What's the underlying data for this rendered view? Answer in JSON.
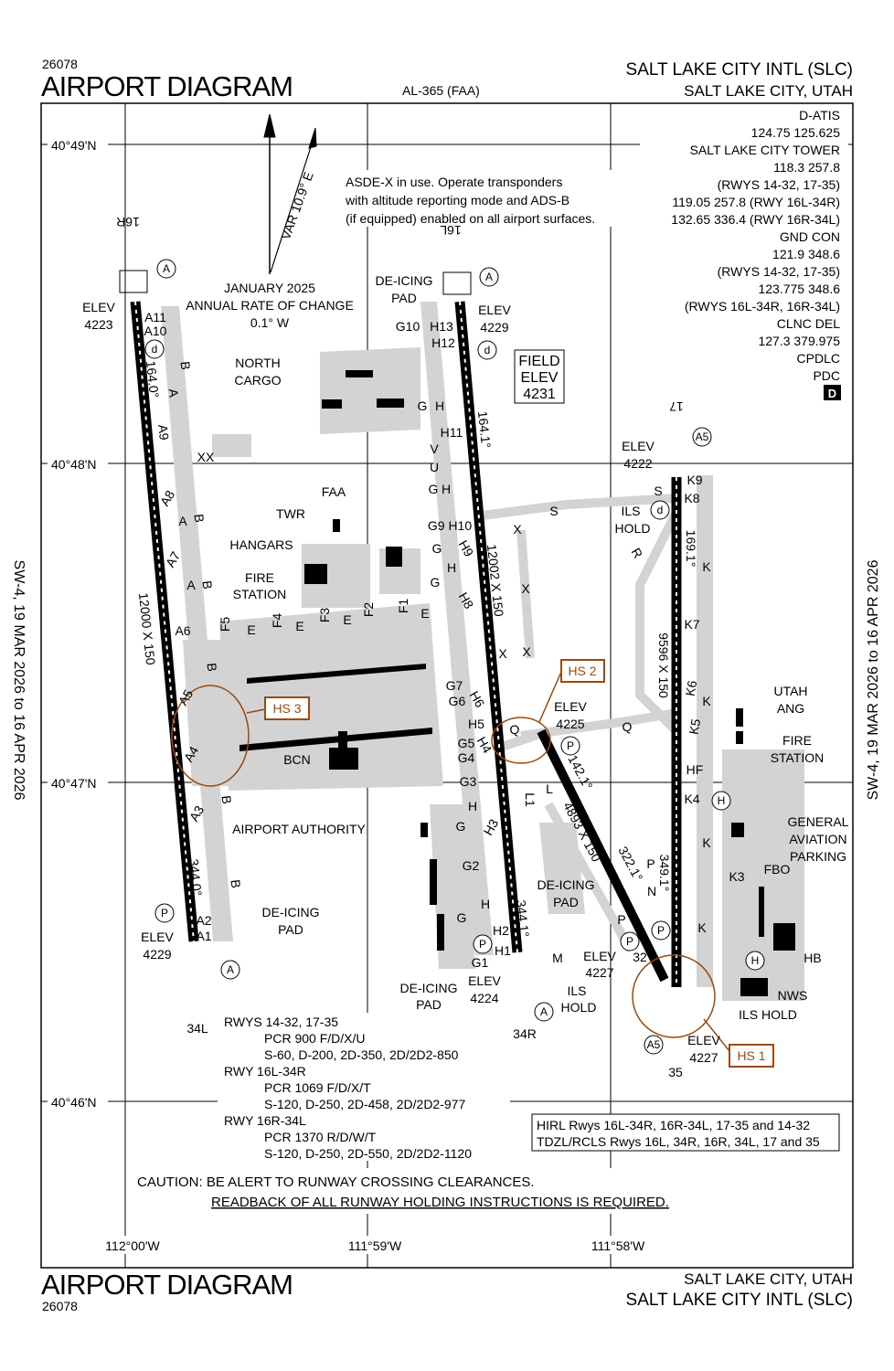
{
  "header": {
    "chart_id": "26078",
    "title": "AIRPORT DIAGRAM",
    "procedure_id": "AL-365 (FAA)",
    "airport": "SALT LAKE CITY INTL (SLC)",
    "city": "SALT LAKE CITY, UTAH"
  },
  "footer": {
    "chart_id": "26078",
    "title": "AIRPORT DIAGRAM",
    "airport": "SALT LAKE CITY INTL (SLC)",
    "city": "SALT LAKE CITY, UTAH"
  },
  "side_text": "SW-4,  19 MAR 2026  to  16 APR 2026",
  "asdex_note": [
    "ASDE-X in use. Operate transponders",
    "with altitude reporting mode and ADS-B",
    "(if equipped) enabled on all airport surfaces."
  ],
  "frequencies": [
    "D-ATIS",
    "124.75  125.625",
    "SALT LAKE CITY TOWER",
    "118.3  257.8",
    "(RWYS 14-32, 17-35)",
    "119.05  257.8 (RWY 16L-34R)",
    "132.65  336.4 (RWY 16R-34L)",
    "GND CON",
    "121.9  348.6",
    "(RWYS 14-32, 17-35)",
    "123.775  348.6",
    "(RWYS 16L-34R, 16R-34L)",
    "CLNC DEL",
    "127.3  379.975",
    "CPDLC",
    "PDC"
  ],
  "pdc_badge": "D",
  "field_elev": [
    "FIELD",
    "ELEV",
    "4231"
  ],
  "runway_info": [
    "RWYS 14-32, 17-35",
    "PCR 900 F/D/X/U",
    "S-60, D-200, 2D-350, 2D/2D2-850",
    "RWY 16L-34R",
    "PCR 1069 F/D/X/T",
    "S-120, D-250, 2D-458, 2D/2D2-977",
    "RWY 16R-34L",
    "PCR 1370 R/D/W/T",
    "S-120, D-250, 2D-550, 2D/2D2-1120"
  ],
  "lighting": [
    "HIRL Rwys 16L-34R, 16R-34L, 17-35 and 14-32",
    "TDZL/RCLS Rwys 16L, 34R, 16R, 34L, 17 and 35"
  ],
  "caution": [
    "CAUTION: BE ALERT TO RUNWAY CROSSING CLEARANCES.",
    "READBACK OF ALL RUNWAY HOLDING INSTRUCTIONS IS REQUIRED."
  ],
  "latitudes": [
    "40°49'N",
    "40°48'N",
    "40°47'N",
    "40°46'N"
  ],
  "longitudes": [
    "112°00'W",
    "111°59'W",
    "111°58'W"
  ],
  "hot_spots": [
    "HS 1",
    "HS 2",
    "HS 3"
  ],
  "map_labels": [
    "16R",
    "ELEV",
    "4223",
    "A11",
    "A10",
    "JANUARY 2025",
    "ANNUAL RATE OF CHANGE",
    "0.1° W",
    "VAR 10.9° E",
    "DE-ICING",
    "PAD",
    "16L",
    "G10",
    "H13",
    "H12",
    "ELEV",
    "4229",
    "NORTH",
    "CARGO",
    "164.0°",
    "164.1°",
    "H11",
    "17",
    "ELEV",
    "4222",
    "FAA",
    "TWR",
    "S",
    "K9",
    "K8",
    "ILS",
    "HOLD",
    "G9 H10",
    "S",
    "12002 X 150",
    "HANGARS",
    "FIRE",
    "STATION",
    "169.1°",
    "12000 X 150",
    "A6",
    "K7",
    "9596 X 150",
    "UTAH",
    "ANG",
    "ELEV",
    "4225",
    "Q",
    "FIRE",
    "STATION",
    "BCN",
    "HF",
    "K4",
    "142.1°",
    "4893 X 150",
    "AIRPORT AUTHORITY",
    "GENERAL",
    "AVIATION",
    "PARKING",
    "344.0°",
    "DE-ICING",
    "PAD",
    "DE-ICING",
    "PAD",
    "322.1°",
    "349.1°",
    "K3",
    "FBO",
    "ELEV",
    "4229",
    "A2",
    "A1",
    "344.1°",
    "H2",
    "H1",
    "G1",
    "M",
    "ELEV",
    "4227",
    "32",
    "HB",
    "DE-ICING",
    "PAD",
    "ELEV",
    "4224",
    "ILS",
    "HOLD",
    "NWS",
    "ILS HOLD",
    "34L",
    "34R",
    "ELEV",
    "4227",
    "35",
    "B",
    "A",
    "A9",
    "XX",
    "A8",
    "B",
    "A",
    "A7",
    "B",
    "A",
    "F5",
    "F4",
    "F3",
    "F2",
    "F1",
    "E",
    "E",
    "E",
    "E",
    "B",
    "A5",
    "A4",
    "A3",
    "B",
    "B",
    "G",
    "H",
    "G",
    "H",
    "G",
    "H9",
    "H8",
    "G7",
    "G6",
    "H6",
    "H5",
    "G5",
    "G4",
    "H4",
    "G3",
    "H",
    "G",
    "H3",
    "G2",
    "H",
    "G",
    "X",
    "X",
    "X",
    "X",
    "Q",
    "L1",
    "L",
    "K6",
    "K5",
    "K",
    "K",
    "K",
    "R",
    "P",
    "N",
    "P",
    "H",
    "G",
    "U",
    "V",
    "K"
  ],
  "symbols": [
    "A",
    "d",
    "A",
    "d",
    "A5",
    "d",
    "P",
    "H",
    "A",
    "P",
    "P",
    "A",
    "P",
    "P",
    "H",
    "A5"
  ],
  "colors": {
    "hot_spot": "#9a4a0c",
    "pavement": "#d3d3d3",
    "runway": "#000000"
  }
}
